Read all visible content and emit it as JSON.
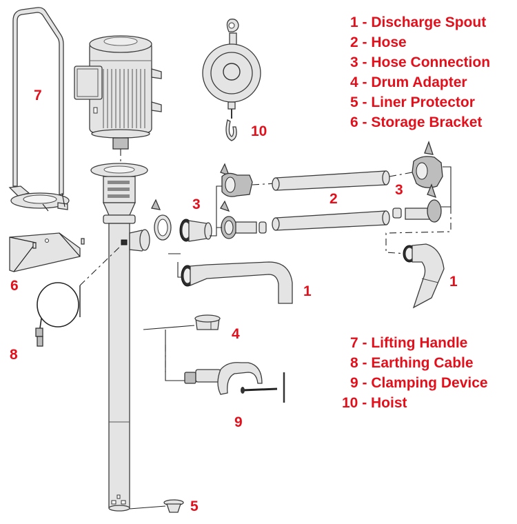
{
  "diagram": {
    "title": "Drum pump exploded view",
    "label_color": "#e3101c",
    "part_fill": "#e4e4e4",
    "outline_color": "#3a3a3a"
  },
  "legend": {
    "top": [
      {
        "number": "1",
        "text": "1 - Discharge Spout"
      },
      {
        "number": "2",
        "text": "2 - Hose"
      },
      {
        "number": "3",
        "text": "3 - Hose Connection"
      },
      {
        "number": "4",
        "text": "4 - Drum Adapter"
      },
      {
        "number": "5",
        "text": "5 - Liner Protector"
      },
      {
        "number": "6",
        "text": "6 - Storage Bracket"
      }
    ],
    "bottom": [
      {
        "number": "7",
        "text": "7 - Lifting Handle"
      },
      {
        "number": "8",
        "text": "8 - Earthing Cable"
      },
      {
        "number": "9",
        "text": "9 - Clamping Device"
      },
      {
        "number": "10",
        "text": "10 - Hoist"
      }
    ]
  },
  "callouts": {
    "lifting_handle": "7",
    "hoist": "10",
    "hose_connection_left": "3",
    "hose": "2",
    "hose_connection_right": "3",
    "discharge_spout_straight": "1",
    "discharge_spout_curved": "1",
    "storage_bracket": "6",
    "earthing_cable": "8",
    "drum_adapter": "4",
    "clamping_device": "9",
    "liner_protector": "5"
  }
}
